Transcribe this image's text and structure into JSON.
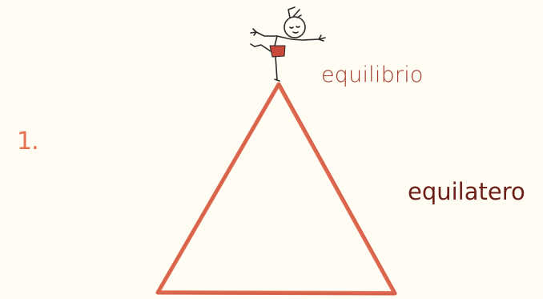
{
  "step": {
    "number": "1."
  },
  "labels": {
    "top": "equilibrio",
    "side": "equilatero"
  },
  "colors": {
    "background": "#fefcf3",
    "triangle": "#d85a41",
    "number": "#e8704f",
    "label_top": "#a23a2c",
    "label_side": "#6b1f17",
    "figure_ink": "#2a2a2a",
    "figure_shorts": "#c8483a"
  }
}
